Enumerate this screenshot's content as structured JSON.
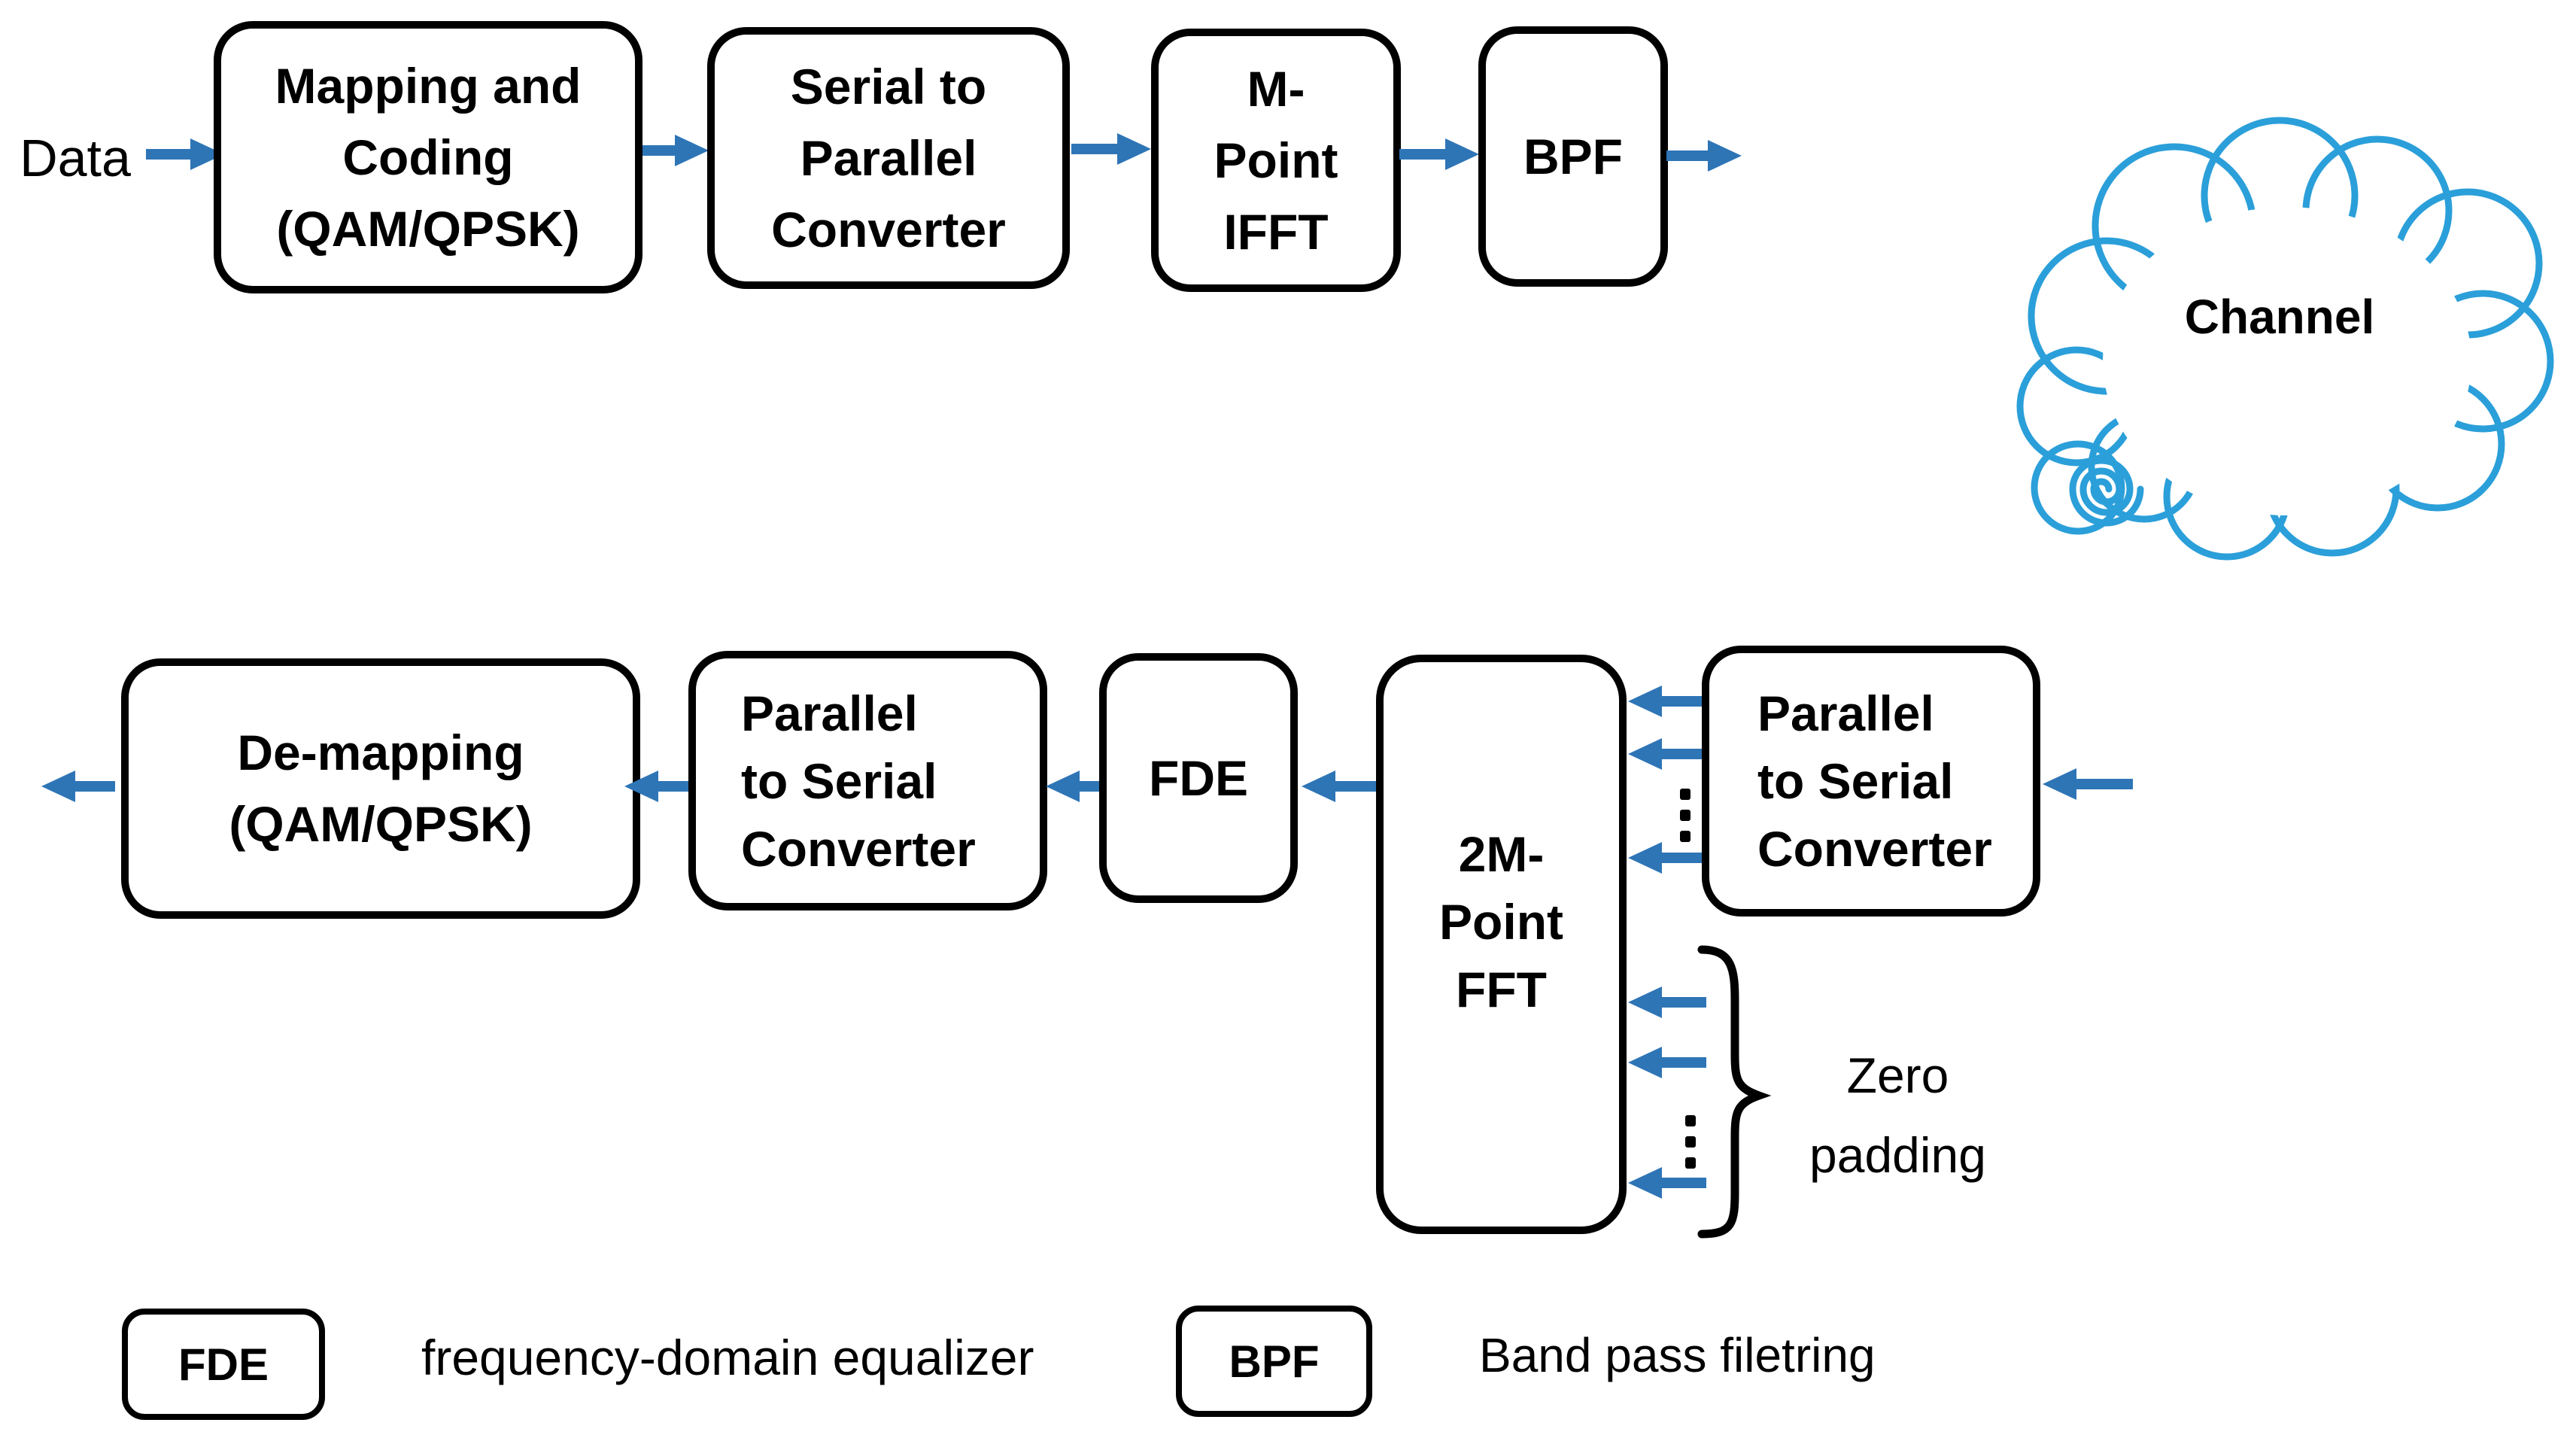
{
  "colors": {
    "arrow_blue": "#2E75B6",
    "cloud_blue": "#2B9FD9",
    "line_black": "#000000"
  },
  "labels": {
    "data_in": "Data",
    "channel": "Channel",
    "zero_padding_line1": "Zero",
    "zero_padding_line2": "padding"
  },
  "tx_chain": {
    "mapping_coding": {
      "lines": [
        "Mapping and",
        "Coding",
        "(QAM/QPSK)"
      ]
    },
    "serial_to_parallel": {
      "lines": [
        "Serial to",
        "Parallel",
        "Converter"
      ]
    },
    "m_point_ifft": {
      "lines": [
        "M-",
        "Point",
        "IFFT"
      ]
    },
    "bpf": {
      "label": "BPF"
    }
  },
  "rx_chain": {
    "de_mapping": {
      "lines": [
        "De-mapping",
        "(QAM/QPSK)"
      ]
    },
    "parallel_to_serial_out": {
      "lines": [
        "Parallel",
        "to Serial",
        "Converter"
      ]
    },
    "fde": {
      "label": "FDE"
    },
    "fft_2m": {
      "lines": [
        "2M-",
        "Point",
        "FFT"
      ]
    },
    "parallel_to_serial_in": {
      "lines": [
        "Parallel",
        "to Serial",
        "Converter"
      ]
    }
  },
  "legend": {
    "fde": {
      "abbr": "FDE",
      "description": "frequency-domain equalizer"
    },
    "bpf": {
      "abbr": "BPF",
      "description": "Band pass filetring"
    }
  }
}
